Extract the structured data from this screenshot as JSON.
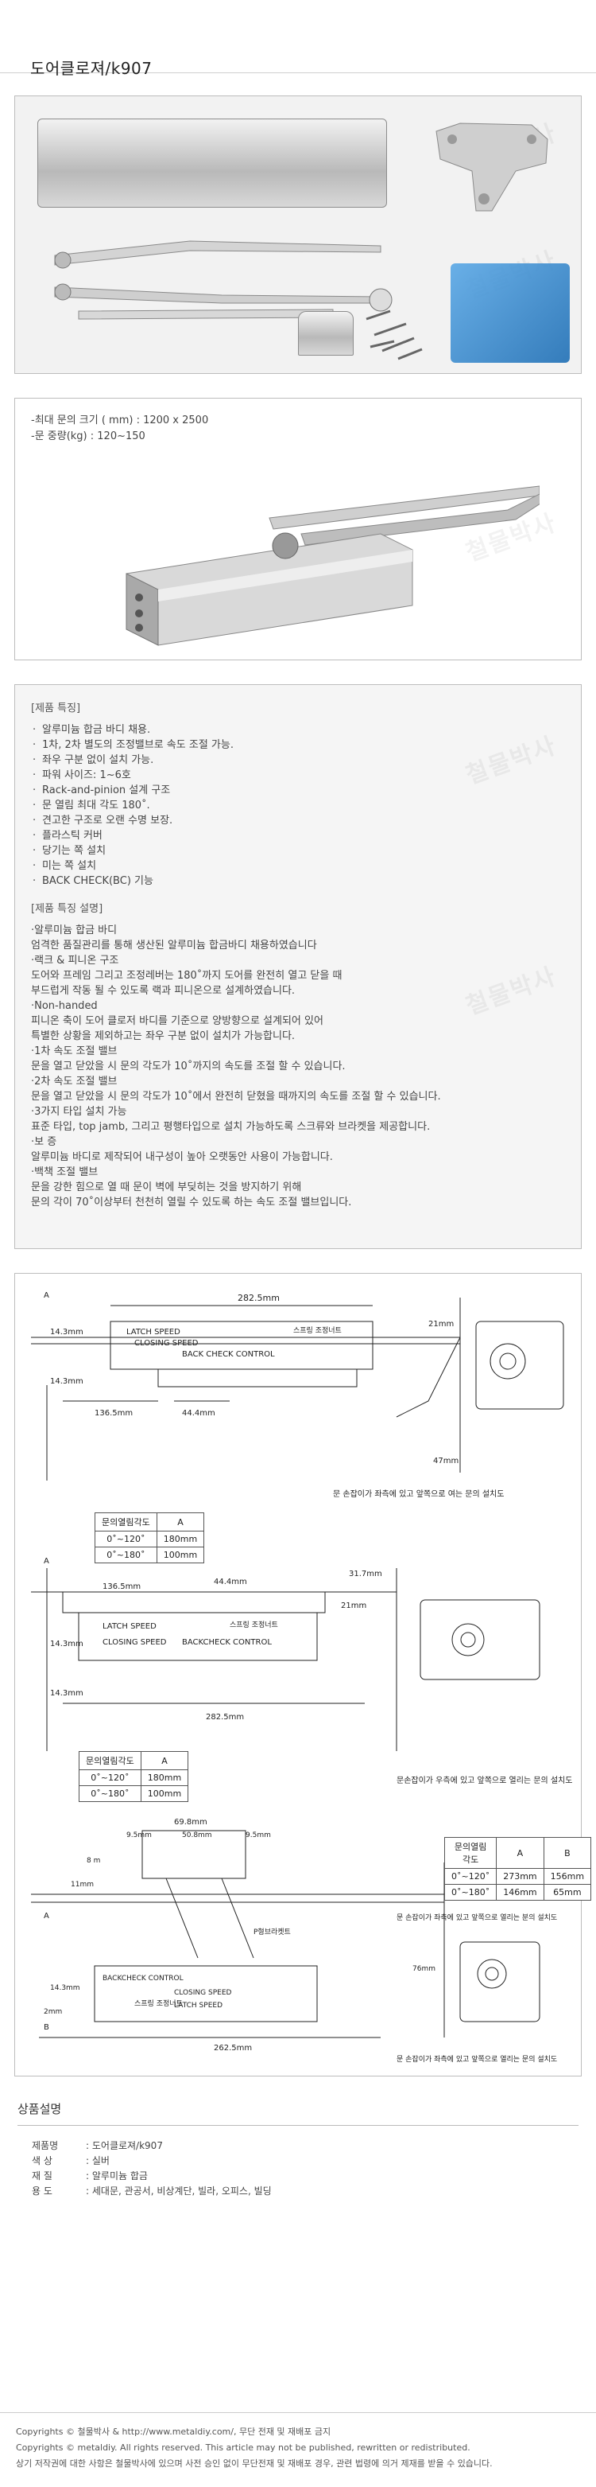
{
  "header": {
    "title": "도어클로져/k907"
  },
  "specs": {
    "line1": "-최대 문의 크기 ( mm) : 1200 x 2500",
    "line2": "-문 중량(kg) : 120~150"
  },
  "features": {
    "heading": "[제품 특징]",
    "items": [
      "알루미늄 합금 바디 채용.",
      "1차, 2차 별도의 조정밸브로 속도 조절 가능.",
      "좌우 구분 없이 설치 가능.",
      "파워 사이즈: 1~6호",
      "Rack-and-pinion 설계 구조",
      "문 열림 최대 각도 180˚.",
      "견고한 구조로 오랜 수명 보장.",
      "플라스틱 커버",
      "당기는 쪽 설치",
      "미는 쪽 설치",
      "BACK CHECK(BC) 기능"
    ]
  },
  "description": {
    "heading": "[제품 특징 설명]",
    "lines": [
      "·알루미늄 합금 바디",
      "엄격한 품질관리를 통해 생산된 알루미늄 합금바디 채용하였습니다",
      "·랙크 & 피니온 구조",
      "도어와 프레임 그리고 조정레버는 180˚까지 도어를 완전히 열고 닫을 때",
      "부드럽게 작동 될 수 있도록 랙과 피니온으로 설계하였습니다.",
      "·Non-handed",
      "피니온 축이 도어 클로저 바디를 기준으로 양방향으로 설계되어 있어",
      "특별한 상황을 제외하고는 좌우 구분 없이 설치가 가능합니다.",
      "·1차 속도 조절 밸브",
      "문을 열고 닫았을 시 문의 각도가 10˚까지의 속도를 조절 할 수 있습니다.",
      "·2차 속도 조절 밸브",
      "문을 열고 닫았을 시 문의 각도가 10˚에서 완전히 닫혔을 때까지의 속도를 조절 할 수 있습니다.",
      "·3가지 타입 설치 가능",
      "표준 타입, top jamb, 그리고 평행타입으로 설치 가능하도록 스크류와 브라켓을 제공합니다.",
      "·보 증",
      "알루미늄 바디로 제작되어 내구성이 높아 오랫동안 사용이 가능합니다.",
      "·백책 조절 밸브",
      "문을 강한 힘으로 열 때 문이 벽에 부딪히는 것을 방지하기 위해",
      "문의 각이 70˚이상부터 천천히 열릴 수 있도록 하는 속도 조절 밸브입니다."
    ]
  },
  "watermark": "철물박사",
  "diagram1": {
    "dim_top": "282.5mm",
    "dim_left_top": "14.3mm",
    "dim_left_bottom": "14.3mm",
    "dim_136": "136.5mm",
    "dim_44": "44.4mm",
    "dim_21": "21mm",
    "dim_47": "47mm",
    "label_latch": "LATCH SPEED",
    "label_closing": "CLOSING SPEED",
    "label_backcheck": "BACK CHECK CONTROL",
    "label_spring": "스프링\n조정너트",
    "dim_A": "A",
    "note": "문 손잡이가 좌측에 있고\n앞쪽으로 여는 문의 설치도",
    "table": {
      "header": [
        "문의열림각도",
        "A"
      ],
      "rows": [
        [
          "0˚~120˚",
          "180mm"
        ],
        [
          "0˚~180˚",
          "100mm"
        ]
      ]
    }
  },
  "diagram2": {
    "dim_136": "136.5mm",
    "dim_44": "44.4mm",
    "dim_31": "31.7mm",
    "dim_21": "21mm",
    "dim_left": "14.3mm",
    "dim_left2": "14.3mm",
    "dim_bottom": "282.5mm",
    "label_latch": "LATCH SPEED",
    "label_closing": "CLOSING SPEED",
    "label_backcheck": "BACKCHECK CONTROL",
    "label_spring": "스프링 조정너트",
    "dim_A": "A",
    "note": "문손잡이가 우측에 있고\n앞쪽으로 열리는 문의 설치도",
    "table": {
      "header": [
        "문의열림각도",
        "A"
      ],
      "rows": [
        [
          "0˚~120˚",
          "180mm"
        ],
        [
          "0˚~180˚",
          "100mm"
        ]
      ]
    }
  },
  "diagram3": {
    "dim_69": "69.8mm",
    "dim_9a": "9.5mm",
    "dim_50": "50.8mm",
    "dim_9b": "9.5mm",
    "dim_8": "8 m",
    "dim_11": "11mm",
    "dim_76": "76mm",
    "dim_2": "2mm",
    "dim_262": "262.5mm",
    "dim_14": "14.3mm",
    "label_bracket": "P형브라켓트",
    "label_backcheck": "BACKCHECK CONTROL",
    "label_closing": "CLOSING SPEED",
    "label_latch": "LATCH SPEED",
    "label_spring": "스프링 조정너트",
    "dim_A": "A",
    "dim_B": "B",
    "note1": "문 손잡이가 좌측에 있고\n앞쪽으로 열리는 분의 설치도",
    "note2": "문 손잡이가 좌측에 있고\n앞쪽으로 열리는 문의 설치도",
    "table": {
      "header": [
        "문의열림각도",
        "A",
        "B"
      ],
      "rows": [
        [
          "0˚~120˚",
          "273mm",
          "156mm"
        ],
        [
          "0˚~180˚",
          "146mm",
          "65mm"
        ]
      ]
    }
  },
  "info": {
    "heading": "상품설명",
    "rows": [
      {
        "k": "제품명",
        "v": ": 도어클로져/k907"
      },
      {
        "k": "색    상",
        "v": ": 실버"
      },
      {
        "k": "재    질",
        "v": ": 알루미늄 합금"
      },
      {
        "k": "용    도",
        "v": ": 세대문, 관공서, 비상계단, 빌라, 오피스, 빌딩"
      }
    ]
  },
  "copyright": {
    "line1": "Copyrights © 철물박사 & http://www.metaldiy.com/, 무단 전재 및 재배포 금지",
    "line2": "Copyrights © metaldiy. All rights reserved. This article may not be published, rewritten or redistributed.",
    "line3": "상기 저작권에 대한 사항은 철물박사에 있으며 사전 승인 없이 무단전재 및 재배포 경우, 관련 법령에 의거 제재를 받을 수 있습니다."
  }
}
